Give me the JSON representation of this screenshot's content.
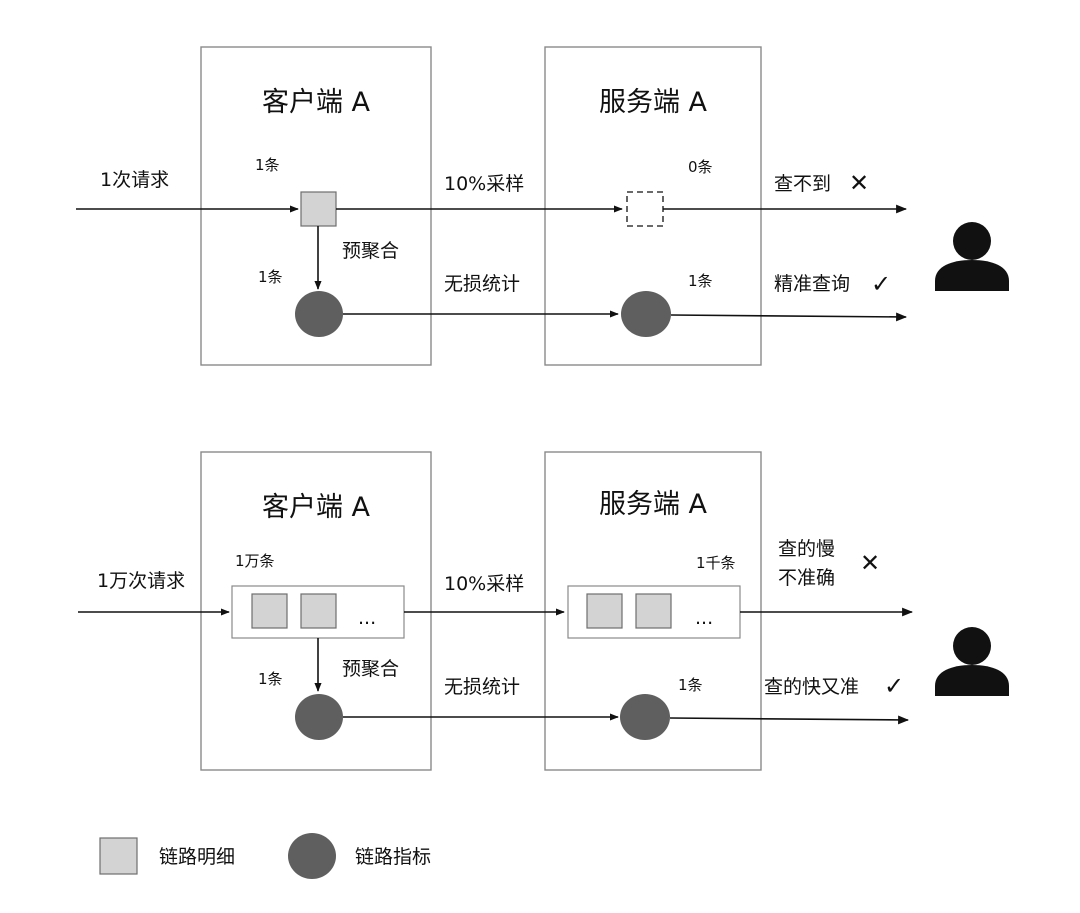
{
  "top": {
    "client_title": "客户端 A",
    "server_title": "服务端 A",
    "request_label": "1次请求",
    "client_detail_count": "1条",
    "pre_agg_label": "预聚合",
    "client_metric_count": "1条",
    "sampling_label": "10%采样",
    "lossless_label": "无损统计",
    "server_detail_count": "0条",
    "server_metric_count": "1条",
    "result_detail": "查不到",
    "result_metric": "精准查询",
    "fail_mark": "✕",
    "ok_mark": "✓"
  },
  "bottom": {
    "client_title": "客户端 A",
    "server_title": "服务端 A",
    "request_label": "1万次请求",
    "client_detail_count": "1万条",
    "pre_agg_label": "预聚合",
    "client_metric_count": "1条",
    "sampling_label": "10%采样",
    "lossless_label": "无损统计",
    "server_detail_count": "1千条",
    "server_metric_count": "1条",
    "ellipsis": "...",
    "result_detail_line1": "查的慢",
    "result_detail_line2": "不准确",
    "result_metric": "查的快又准",
    "fail_mark": "✕",
    "ok_mark": "✓"
  },
  "legend": {
    "detail_label": "链路明细",
    "metric_label": "链路指标"
  },
  "colors": {
    "detail_fill": "#d3d3d3",
    "metric_fill": "#5f5f5f",
    "line": "#111111",
    "box_border": "#8a8a8a"
  }
}
